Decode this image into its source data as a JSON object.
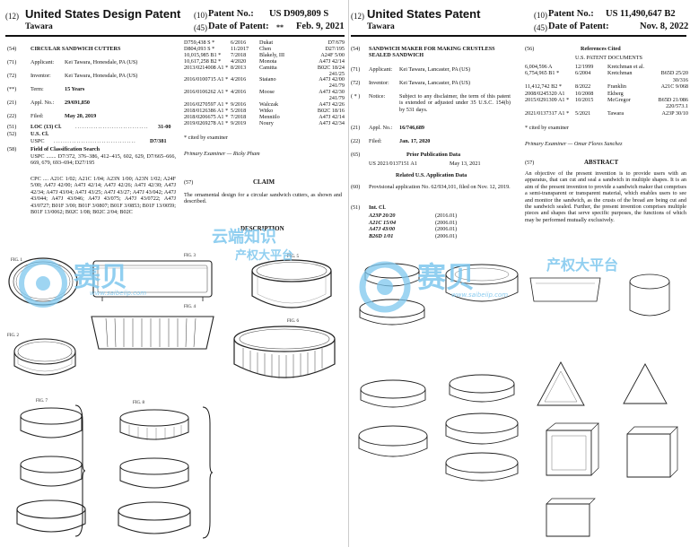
{
  "left": {
    "header": {
      "num12": "(12)",
      "title": "United States Design Patent",
      "inventor": "Tawara",
      "num10": "(10)",
      "patent_no_label": "Patent No.:",
      "patent_no": "US D909,809 S",
      "num45": "(45)",
      "date_label": "Date of Patent:",
      "date_mark": "**",
      "date": "Feb. 9, 2021"
    },
    "fields": [
      {
        "num": "(54)",
        "label": "CIRCULAR SANDWICH CUTTERS",
        "value": ""
      },
      {
        "num": "(71)",
        "label": "Applicant:",
        "value": "Kei Tawara, Honesdale, PA (US)"
      },
      {
        "num": "(72)",
        "label": "Inventor:",
        "value": "Kei Tawara, Honesdale, PA (US)"
      },
      {
        "num": "(**)",
        "label": "Term:",
        "value": "15 Years"
      },
      {
        "num": "(21)",
        "label": "Appl. No.:",
        "value": "29/691,850"
      },
      {
        "num": "(22)",
        "label": "Filed:",
        "value": "May 20, 2019"
      },
      {
        "num": "(51)",
        "label": "LOC (13) Cl.",
        "value": "31-00"
      },
      {
        "num": "(52)",
        "label": "U.S. Cl.",
        "value": ""
      },
      {
        "num": "",
        "label": "USPC",
        "value": "D7/381"
      },
      {
        "num": "(58)",
        "label": "Field of Classification Search",
        "value": ""
      }
    ],
    "uspc_search": "USPC ....... D7/372, 376–386, 412–415, 602, 629, D7/665–666, 669, 679, 693–694; D27/195",
    "cpc": "CPC .... A21C 1/02; A21C 1/04; A23N 1/00; A23N 1/02; A24F 5/00; A47J 42/00; A47J 42/14; A47J 42/26; A47J 42/30; A47J 42/34; A47J 43/04; A47J 43/25; A47J 43/27; A47J 43/042; A47J 43/044; A47J 43/046; A47J 43/075; A47J 43/0722; A47J 43/0727; B01F 3/00; B01F 3/0807; B01F 3/0853; B01F 13/0059; B01F 13/0062; B02C 1/08; B02C 2/04; B02C",
    "references": [
      [
        "D759,438 S *",
        "6/2016",
        "Dukat",
        "D7/679"
      ],
      [
        "D804,093 S *",
        "11/2017",
        "Chen",
        "D27/195"
      ],
      [
        "10,015,985 B1 *",
        "7/2018",
        "Blakely, III",
        "A24F 5/00"
      ],
      [
        "10,617,258 B2 *",
        "4/2020",
        "Monota",
        "A47J 42/14"
      ],
      [
        "2013/0214008 A1 *",
        "8/2013",
        "Camitta",
        "B02C 18/24"
      ],
      [
        "",
        "",
        "",
        "241/25"
      ],
      [
        "2016/0100715 A1 *",
        "4/2016",
        "Staiano",
        "A47J 42/00"
      ],
      [
        "",
        "",
        "",
        "241/79"
      ],
      [
        "2016/0106262 A1 *",
        "4/2016",
        "Moose",
        "A47J 42/30"
      ],
      [
        "",
        "",
        "",
        "241/79"
      ],
      [
        "2016/0270597 A1 *",
        "9/2016",
        "Walczak",
        "A47J 42/26"
      ],
      [
        "2018/0126386 A1 *",
        "5/2018",
        "Witko",
        "B02C 18/16"
      ],
      [
        "2018/0206675 A1 *",
        "7/2018",
        "Menniilo",
        "A47J 42/14"
      ],
      [
        "2019/0269278 A1 *",
        "9/2019",
        "Noury",
        "A47J 42/34"
      ]
    ],
    "cited": "* cited by examiner",
    "examiner": "Primary Examiner — Ricky Pham",
    "claim_num": "(57)",
    "claim_title": "CLAIM",
    "claim_text": "The ornamental design for a circular sandwich cutters, as shown and described.",
    "description_title": "DESCRIPTION",
    "fig_labels": [
      "FIG. 1",
      "FIG. 2",
      "FIG. 3",
      "FIG. 4",
      "FIG. 5",
      "FIG. 6",
      "FIG. 7",
      "FIG. 8"
    ]
  },
  "right": {
    "header": {
      "num12": "(12)",
      "title": "United States Patent",
      "inventor": "Tawara",
      "num10": "(10)",
      "patent_no_label": "Patent No.:",
      "patent_no": "US 11,490,647 B2",
      "num45": "(45)",
      "date_label": "Date of Patent:",
      "date": "Nov. 8, 2022"
    },
    "title_num": "(54)",
    "title_text": "SANDWICH MAKER FOR MAKING CRUSTLESS SEALED SANDWICH",
    "fields": [
      {
        "num": "(71)",
        "label": "Applicant:",
        "value": "Kei Tawara, Lancaster, PA (US)"
      },
      {
        "num": "(72)",
        "label": "Inventor:",
        "value": "Kei Tawara, Lancaster, PA (US)"
      }
    ],
    "notice_num": "( * )",
    "notice_label": "Notice:",
    "notice_text": "Subject to any disclaimer, the term of this patent is extended or adjusted under 35 U.S.C. 154(b) by 531 days.",
    "appl": {
      "num": "(21)",
      "label": "Appl. No.:",
      "value": "16/746,689"
    },
    "filed": {
      "num": "(22)",
      "label": "Filed:",
      "value": "Jan. 17, 2020"
    },
    "prior_num": "(65)",
    "prior_title": "Prior Publication Data",
    "prior_row": [
      "US 2021/0137151 A1",
      "May 13, 2021"
    ],
    "related_title": "Related U.S. Application Data",
    "prov_num": "(60)",
    "prov_text": "Provisional application No. 62/934,101, filed on Nov. 12, 2019.",
    "intcl_num": "(51)",
    "intcl_title": "Int. Cl.",
    "intcl": [
      [
        "A23P 20/20",
        "(2016.01)"
      ],
      [
        "A21C 15/04",
        "(2006.01)"
      ],
      [
        "A47J 43/00",
        "(2006.01)"
      ],
      [
        "B26D 1/01",
        "(2006.01)"
      ]
    ],
    "refs_num": "(56)",
    "refs_title": "References Cited",
    "refs_sub": "U.S. PATENT DOCUMENTS",
    "references": [
      [
        "6,004,596 A",
        "12/1999",
        "Kretchman et al.",
        ""
      ],
      [
        "6,754,965 B1 *",
        "6/2004",
        "Kretchman",
        "B65D 25/20"
      ],
      [
        "",
        "",
        "",
        "30/316"
      ],
      [
        "11,412,742 B2 *",
        "8/2022",
        "Franklin",
        "A21C 9/068"
      ],
      [
        "2008/0245320 A1",
        "10/2008",
        "Ekberg",
        ""
      ],
      [
        "2015/0291309 A1 *",
        "10/2015",
        "McGregor",
        "B65D 21/086"
      ],
      [
        "",
        "",
        "",
        "220/573.1"
      ],
      [
        "2021/0137317 A1 *",
        "5/2021",
        "Tawara",
        "A23P 30/10"
      ]
    ],
    "cited": "* cited by examiner",
    "examiner": "Primary Examiner — Omar Flores Sanchez",
    "abstract_num": "(57)",
    "abstract_title": "ABSTRACT",
    "abstract_text": "An objective of the present invention is to provide users with an apparatus, that can cut and seal a sandwich in multiple shapes. It is an aim of the present invention to provide a sandwich maker that comprises a semi-transparent or transparent material, which enables users to see and monitor the sandwich, as the crusts of the bread are being cut and the sandwich sealed. Further, the present invention comprises multiple pieces and shapes that serve specific purposes, the functions of which may be performed mutually exclusively."
  },
  "watermark": {
    "brand": "赛贝",
    "slogan": "云端知识",
    "slogan2": "产权大平台",
    "url": "www.saibeiip.com",
    "color": "#7ec7ee"
  }
}
